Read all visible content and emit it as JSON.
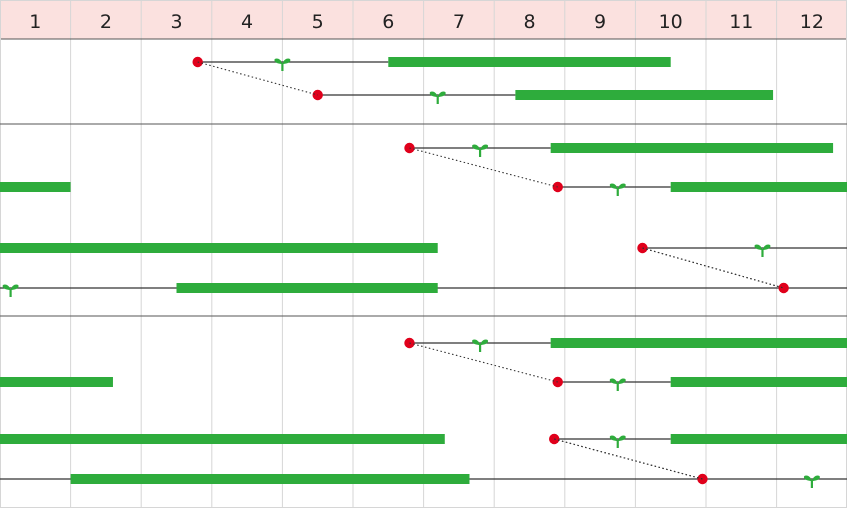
{
  "months": [
    "1",
    "2",
    "3",
    "4",
    "5",
    "6",
    "7",
    "8",
    "9",
    "10",
    "11",
    "12"
  ],
  "colors": {
    "header_bg": "#fbe1df",
    "grid": "#d6d6d6",
    "section_line": "#555555",
    "harvest_bar": "#2eac3c",
    "sow_dot": "#e0001b",
    "sprout": "#2eac3c",
    "grow_line": "#333333"
  },
  "icons": {
    "sow": "red-dot-icon",
    "sprout": "sprout-icon"
  },
  "sections": [
    {
      "rows": [
        {
          "sow": 2.8,
          "sprout": 4.0,
          "line": [
            2.8,
            5.5
          ],
          "bars": [
            [
              5.5,
              9.5
            ]
          ]
        },
        {
          "sow": 4.5,
          "sprout": 6.2,
          "line": [
            4.5,
            7.3
          ],
          "bars": [
            [
              7.3,
              10.95
            ]
          ]
        }
      ]
    },
    {
      "rows": [
        {
          "sow": 5.8,
          "sprout": 6.8,
          "line": [
            5.8,
            7.8
          ],
          "bars": [
            [
              7.8,
              11.8
            ]
          ]
        },
        {
          "sow": 7.9,
          "sprout": 8.75,
          "line": [
            7.9,
            9.5
          ],
          "bars": [
            [
              0,
              1.0
            ],
            [
              9.5,
              12
            ]
          ]
        },
        {
          "sow": 9.1,
          "sprout": 10.8,
          "line": [
            9.1,
            12
          ],
          "bars": [
            [
              0,
              6.2
            ]
          ]
        },
        {
          "sow": 11.1,
          "sprout": 0.15,
          "line": [
            0,
            12
          ],
          "bars": [
            [
              2.5,
              6.2
            ]
          ]
        }
      ]
    },
    {
      "rows": [
        {
          "sow": 5.8,
          "sprout": 6.8,
          "line": [
            5.8,
            7.8
          ],
          "bars": [
            [
              7.8,
              12.0
            ]
          ]
        },
        {
          "sow": 7.9,
          "sprout": 8.75,
          "line": [
            7.9,
            9.5
          ],
          "bars": [
            [
              0,
              1.6
            ],
            [
              9.5,
              12
            ]
          ]
        },
        {
          "sow": 7.85,
          "sprout": 8.75,
          "line": [
            7.85,
            9.5
          ],
          "bars": [
            [
              0,
              6.3
            ],
            [
              9.5,
              12
            ]
          ]
        },
        {
          "sow": 9.95,
          "sprout": 11.5,
          "line": [
            0,
            12
          ],
          "bars": [
            [
              1.0,
              6.65
            ]
          ]
        }
      ]
    }
  ]
}
